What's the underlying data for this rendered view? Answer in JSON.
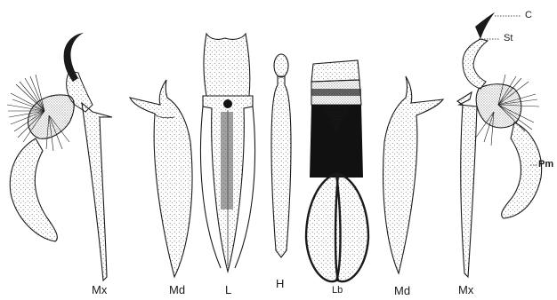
{
  "labels": {
    "mx_left": "Mx",
    "md_left": "Md",
    "l": "L",
    "h": "H",
    "lb": "Lb",
    "md_right": "Md",
    "mx_right": "Mx",
    "c": "C",
    "st": "St",
    "pm": "Pm"
  },
  "colors": {
    "ink": "#1a1a1a",
    "paper": "#ffffff",
    "dark_fill": "#111111"
  }
}
